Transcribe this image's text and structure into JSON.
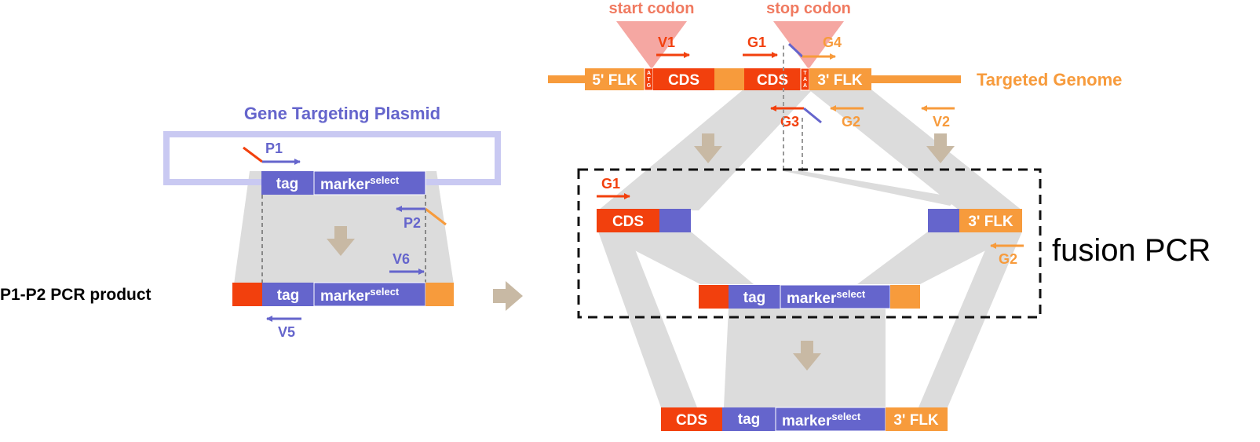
{
  "colors": {
    "red": "#f2400d",
    "orange": "#f79b3c",
    "blue": "#6565cc",
    "light_blue": "#c9c9f2",
    "gray_band": "#dcdcdc",
    "tan_arrow": "#c8b9a4",
    "pink_triangle": "#f5a7a2",
    "label_salmon": "#f07a60"
  },
  "left": {
    "plasmid_title": "Gene Targeting Plasmid",
    "product_label": "P1-P2 PCR product",
    "primers": {
      "p1": "P1",
      "p2": "P2",
      "v6": "V6",
      "v5": "V5"
    },
    "tag": "tag",
    "marker": "marker",
    "marker_sup": "select"
  },
  "genome": {
    "start_label": "start codon",
    "stop_label": "stop codon",
    "track_label": "Targeted Genome",
    "five_flk": "5' FLK",
    "cds1": "CDS",
    "cds2": "CDS",
    "three_flk": "3' FLK",
    "atg": [
      "A",
      "T",
      "G"
    ],
    "taa": [
      "T",
      "A",
      "A"
    ],
    "primers": {
      "v1": "V1",
      "g1": "G1",
      "g4": "G4",
      "g3": "G3",
      "g2": "G2",
      "v2": "V2"
    }
  },
  "fusion": {
    "label": "fusion PCR",
    "g1": "G1",
    "g2": "G2",
    "cds": "CDS",
    "three_flk": "3' FLK",
    "tag": "tag",
    "marker": "marker",
    "marker_sup": "select"
  },
  "final": {
    "cds": "CDS",
    "tag": "tag",
    "marker": "marker",
    "marker_sup": "select",
    "three_flk": "3' FLK"
  }
}
